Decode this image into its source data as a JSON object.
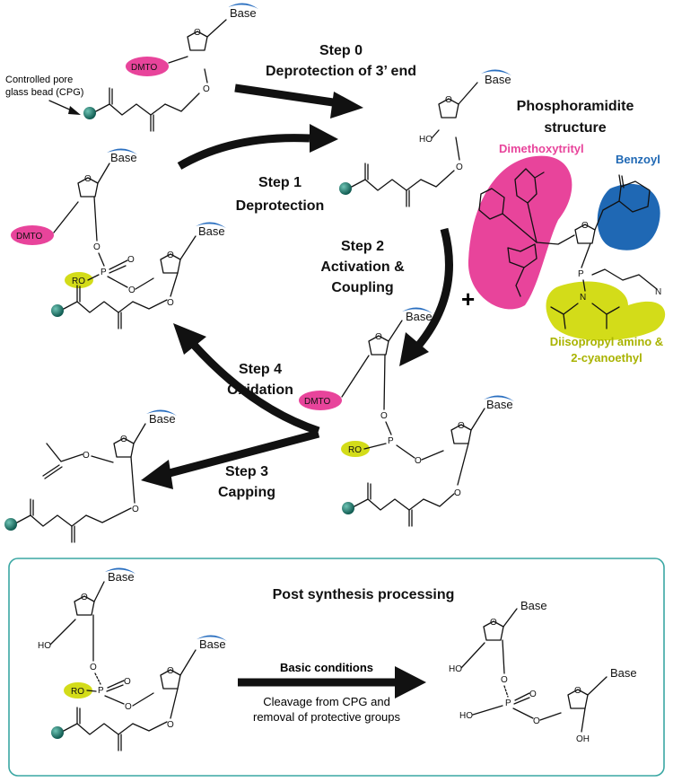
{
  "labels": {
    "cpg": [
      "Controlled pore",
      "glass bead (CPG)"
    ],
    "step0": [
      "Step 0",
      "Deprotection of 3’ end"
    ],
    "step1": [
      "Step 1",
      "Deprotection"
    ],
    "step2": [
      "Step 2",
      "Activation &",
      "Coupling"
    ],
    "step3": [
      "Step 3",
      "Capping"
    ],
    "step4": [
      "Step 4",
      "Oxidation"
    ],
    "plus": "+",
    "phosphoramidite": [
      "Phosphoramidite",
      "structure"
    ],
    "dimethoxytrityl": "Dimethoxytrityl",
    "benzoyl": "Benzoyl",
    "diisopropyl": [
      "Diisopropyl amino &",
      "2-cyanoethyl"
    ],
    "post_title": "Post synthesis processing",
    "basic_conditions": "Basic conditions",
    "cleavage": [
      "Cleavage from CPG and",
      "removal of protective groups"
    ]
  },
  "atoms": {
    "base": "Base",
    "dmto": "DMTO",
    "ho": "HO",
    "oh": "OH",
    "ro": "RO",
    "o": "O",
    "p": "P",
    "n": "N"
  },
  "colors": {
    "dmt": "#e8449b",
    "benzoyl": "#1f68b4",
    "diisopropyl": "#d3dc19",
    "diisopropyl_text": "#a9b300",
    "bead": "#1f7a6e",
    "box_border": "#3aa7a3",
    "base_swoosh": "#2a6fc0"
  }
}
